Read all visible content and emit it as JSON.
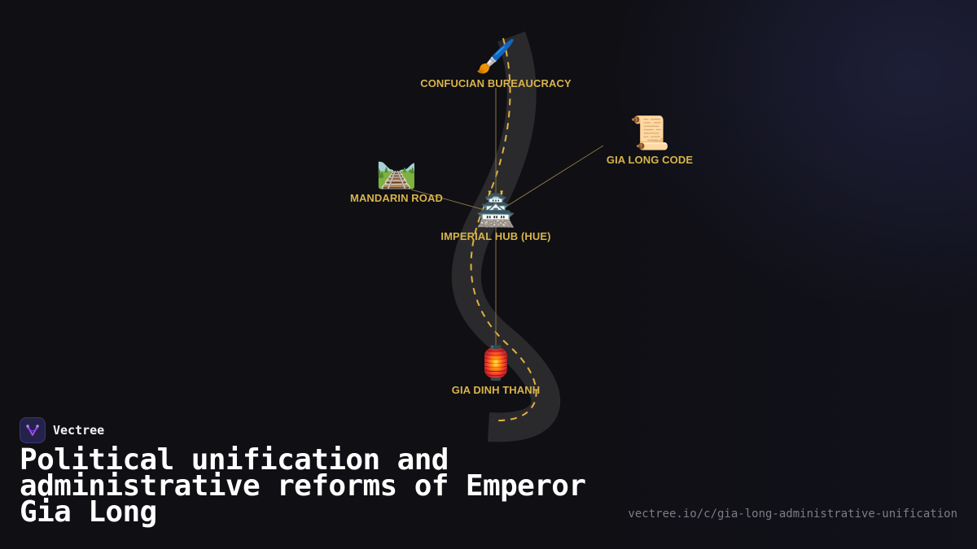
{
  "brand": {
    "name": "Vectree",
    "logo_icon": "vectree-logo-icon",
    "accent_color": "#a855f7"
  },
  "title": "Political unification and administrative reforms of Emperor Gia Long",
  "url": "vectree.io/c/gia-long-administrative-unification",
  "colors": {
    "background": "#0f0f14",
    "label": "#d8b44a",
    "road": "#2a2a2d",
    "road_dash": "#e0b040",
    "connector": "#8a7440"
  },
  "diagram": {
    "hub": {
      "label": "IMPERIAL HUB (HUE)",
      "icon": "castle-icon",
      "emoji": "🏯"
    },
    "nodes": [
      {
        "id": "confucian",
        "label": "CONFUCIAN BUREAUCRACY",
        "icon": "paintbrush-icon",
        "emoji": "🖌️"
      },
      {
        "id": "code",
        "label": "GIA LONG CODE",
        "icon": "scroll-icon",
        "emoji": "📜"
      },
      {
        "id": "road",
        "label": "MANDARIN ROAD",
        "icon": "railway-track-icon",
        "emoji": "🛤️"
      },
      {
        "id": "south",
        "label": "GIA DINH THANH",
        "icon": "lantern-icon",
        "emoji": "🏮"
      }
    ]
  }
}
